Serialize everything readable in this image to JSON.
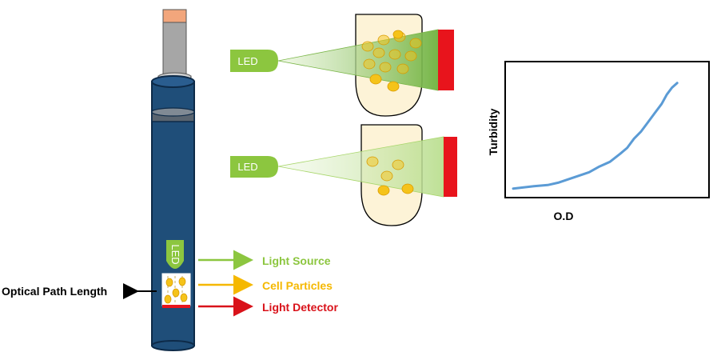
{
  "probe": {
    "led_label": "LED"
  },
  "setups": [
    {
      "led_label": "LED",
      "state": "high density",
      "particle_color": "#f5c31a",
      "light_color": "#7ab648",
      "detector_color": "#e8141c"
    },
    {
      "led_label": "LED",
      "state": "low density",
      "particle_color": "#f5c31a",
      "light_color": "#a8d66a",
      "detector_color": "#e8141c"
    }
  ],
  "legend": {
    "light_source": {
      "label": "Light Source",
      "color": "#8cc63f"
    },
    "cell_particles": {
      "label": "Cell Particles",
      "color": "#f5b800"
    },
    "light_detector": {
      "label": "Light Detector",
      "color": "#d9121a"
    }
  },
  "optical_path_label": "Optical Path Length",
  "colors": {
    "tube_body": "#1f4e79",
    "tube_edge": "#0d2a48",
    "cap_grey": "#a6a6a6",
    "cap_tip": "#f2a67c",
    "vial_fill": "#fdf3d7",
    "curve": "#5b9bd5"
  },
  "chart_data": {
    "type": "line",
    "title": "",
    "xlabel": "O.D",
    "ylabel": "Turbidity",
    "grid": false,
    "legend": "none",
    "xlim": [
      0,
      1
    ],
    "ylim": [
      0,
      1
    ],
    "series": [
      {
        "values": [
          [
            0.0,
            0.03
          ],
          [
            0.06,
            0.04
          ],
          [
            0.12,
            0.05
          ],
          [
            0.2,
            0.06
          ],
          [
            0.26,
            0.08
          ],
          [
            0.32,
            0.11
          ],
          [
            0.38,
            0.14
          ],
          [
            0.44,
            0.17
          ],
          [
            0.5,
            0.22
          ],
          [
            0.56,
            0.26
          ],
          [
            0.62,
            0.33
          ],
          [
            0.66,
            0.38
          ],
          [
            0.7,
            0.46
          ],
          [
            0.74,
            0.52
          ],
          [
            0.78,
            0.6
          ],
          [
            0.82,
            0.68
          ],
          [
            0.86,
            0.76
          ],
          [
            0.89,
            0.84
          ],
          [
            0.92,
            0.9
          ],
          [
            0.95,
            0.94
          ]
        ]
      }
    ]
  }
}
